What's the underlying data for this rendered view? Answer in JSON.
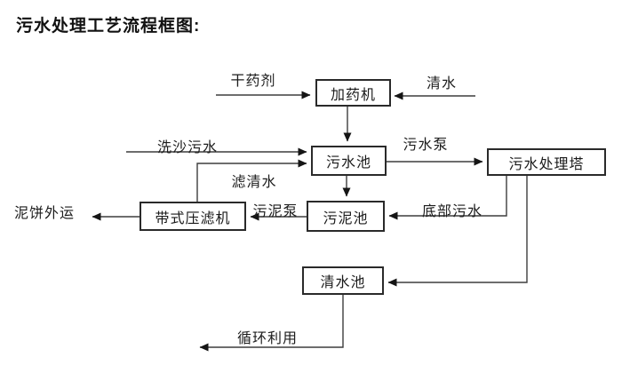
{
  "title": "污水处理工艺流程框图:",
  "nodes": {
    "dosing_machine": {
      "label": "加药机"
    },
    "sewage_pool": {
      "label": "污水池"
    },
    "sewage_treatment_tower": {
      "label": "污水处理塔"
    },
    "sludge_pool": {
      "label": "污泥池"
    },
    "belt_filter_press": {
      "label": "带式压滤机"
    },
    "clean_water_pool": {
      "label": "清水池"
    }
  },
  "flow_labels": {
    "dry_agent": "干药剂",
    "clean_water_in": "清水",
    "sand_washing_sewage": "洗沙污水",
    "sewage_pump": "污水泵",
    "filtered_water": "滤清水",
    "sludge_pump": "污泥泵",
    "bottom_sewage": "底部污水",
    "mud_cake_outbound": "泥饼外运",
    "recycling": "循环利用"
  },
  "connections": [
    {
      "from": "干药剂",
      "to": "加药机",
      "label": ""
    },
    {
      "from": "清水",
      "to": "加药机",
      "label": ""
    },
    {
      "from": "加药机",
      "to": "污水池",
      "label": ""
    },
    {
      "from": "洗沙污水",
      "to": "污水池",
      "label": ""
    },
    {
      "from": "带式压滤机",
      "to": "污水池",
      "label": "滤清水"
    },
    {
      "from": "污水池",
      "to": "污水处理塔",
      "label": "污水泵"
    },
    {
      "from": "污水池",
      "to": "污泥池",
      "label": ""
    },
    {
      "from": "污水处理塔",
      "to": "污泥池",
      "label": "底部污水"
    },
    {
      "from": "污泥池",
      "to": "带式压滤机",
      "label": "污泥泵"
    },
    {
      "from": "带式压滤机",
      "to": "泥饼外运",
      "label": ""
    },
    {
      "from": "污水处理塔",
      "to": "清水池",
      "label": ""
    },
    {
      "from": "清水池",
      "to": "循环利用",
      "label": ""
    }
  ],
  "colors": {
    "background": "#ffffff",
    "box_border": "#2a2a2a",
    "line": "#3d3d3d",
    "arrowhead": "#151515",
    "text": "#1a1a1a"
  }
}
